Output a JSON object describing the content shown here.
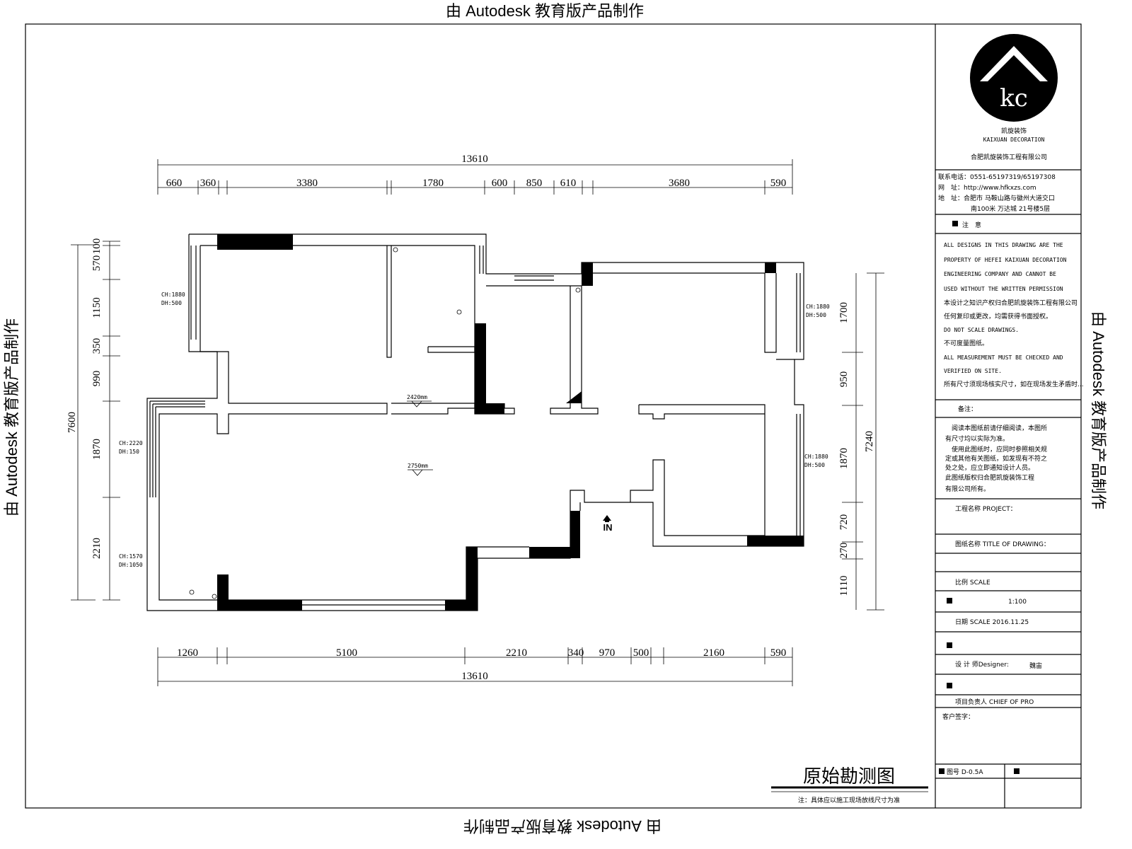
{
  "watermark": "由 Autodesk 教育版产品制作",
  "dimensions": {
    "top_total": "13610",
    "top_segments": [
      "660",
      "360",
      "3380",
      "1780",
      "600",
      "850",
      "610",
      "3680",
      "590"
    ],
    "bottom_total": "13610",
    "bottom_segments": [
      "1260",
      "5100",
      "2210",
      "340",
      "970",
      "500",
      "2160",
      "590"
    ],
    "left_total": "7600",
    "left_segments": [
      "100",
      "570",
      "1150",
      "350",
      "990",
      "1870",
      "2210"
    ],
    "right_total": "7240",
    "right_segments": [
      "1700",
      "950",
      "1870",
      "720",
      "270",
      "1110"
    ]
  },
  "windows": [
    {
      "ch": "CH:1880",
      "dh": "DH:500"
    },
    {
      "ch": "CH:1880",
      "dh": "DH:500"
    },
    {
      "ch": "CH:1880",
      "dh": "DH:500"
    },
    {
      "ch": "CH:2220",
      "dh": "DH:150"
    },
    {
      "ch": "CH:1570",
      "dh": "DH:1050"
    }
  ],
  "levels": [
    "2420mm",
    "2750mm"
  ],
  "entrance_label": "IN",
  "drawing_title": "原始勘测图",
  "drawing_note": "注：具体应以施工现场放线尺寸为准",
  "title_block": {
    "logo_text": "凯旋装饰",
    "logo_subtext": "KAIXUAN DECORATION",
    "company": "合肥凯旋装饰工程有限公司",
    "contact_phone": "联系电话：0551-65197319/65197308",
    "website": "网　址：http://www.hfkxzs.com",
    "address_1": "地　址：合肥市 马鞍山路与徽州大道交口",
    "address_2": "南100米 万达城 21号楼5层",
    "notice_header": "注　意",
    "notice_lines": [
      "ALL DESIGNS IN THIS DRAWING ARE THE",
      "PROPERTY OF HEFEI KAIXUAN DECORATION",
      "ENGINEERING COMPANY AND CANNOT BE",
      "USED WITHOUT THE WRITTEN PERMISSION",
      "本设计之知识产权归合肥凯旋装饰工程有限公司",
      "任何复印或更改，均需获得书面授权。",
      "DO NOT SCALE DRAWINGS.",
      "不可度量图纸。",
      "ALL MEASUREMENT MUST BE CHECKED AND",
      "VERIFIED ON SITE.",
      "所有尺寸须现场核实尺寸，如在现场发生矛盾时..."
    ],
    "remarks_header": "备注：",
    "remarks_lines": [
      "　阅读本图纸前请仔细阅读，本图所",
      "有尺寸均以实际为准。",
      "　使用此图纸时，应同时参照相关规",
      "定或其他有关图纸，如发现有不符之",
      "处之处，应立即通知设计人员。",
      "此图纸版权归合肥凯旋装饰工程",
      "有限公司所有。"
    ],
    "project_label": "工程名称 PROJECT：",
    "title_label": "图纸名称 TITLE OF DRAWING：",
    "scale_label": "比例 SCALE",
    "scale_value": "1:100",
    "date_label": "日期 SCALE 2016.11.25",
    "designer_label": "设 计 师Designer:",
    "designer_name": "魏宙",
    "chief_label": "项目负责人 CHIEF OF PRO",
    "client_sign_label": "客户签字：",
    "drawing_no_label": "图号 D-0.5A"
  }
}
